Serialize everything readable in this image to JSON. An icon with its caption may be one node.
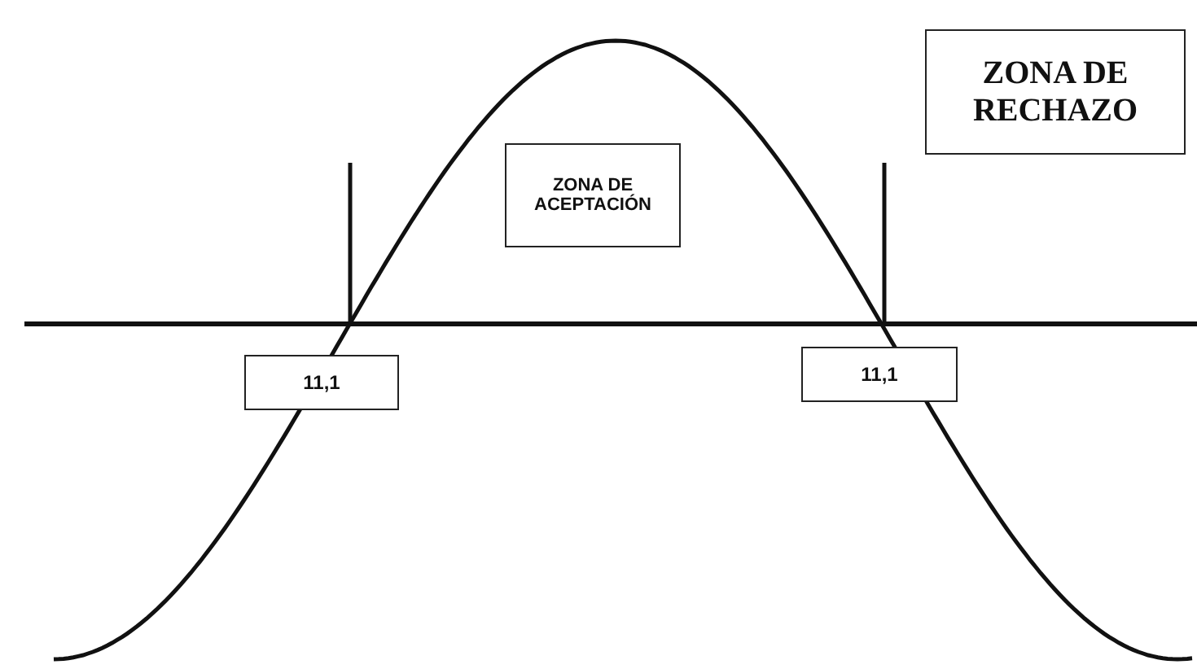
{
  "diagram": {
    "nodes": [
      {
        "text": [
          "ZONA DE RECHAZO"
        ]
      },
      {
        "text": [
          "ZONA DE ACEPTACIÓN"
        ]
      },
      {
        "text": [
          "11,1"
        ]
      },
      {
        "text": [
          "11,1"
        ]
      }
    ]
  }
}
